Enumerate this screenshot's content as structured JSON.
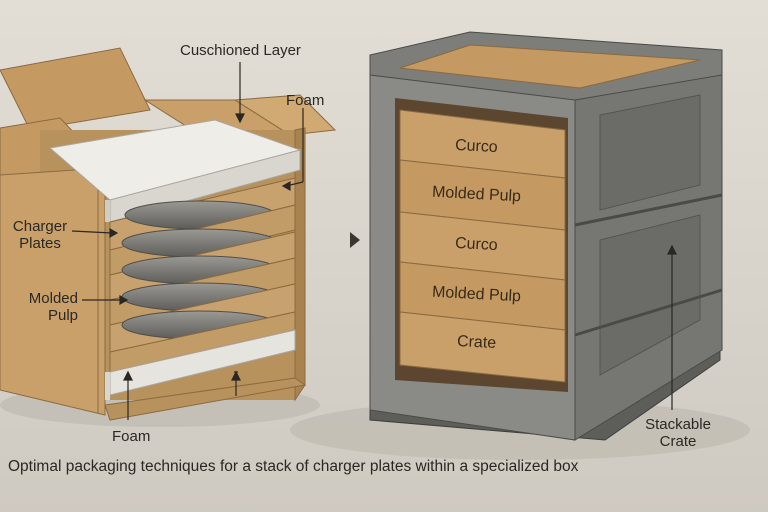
{
  "labels": {
    "cushioned_layer": "Cuschioned Layer",
    "foam_top": "Foam",
    "charger_plates_line1": "Charger",
    "charger_plates_line2": "Plates",
    "molded_pulp_line1": "Molded",
    "molded_pulp_line2": "Pulp",
    "foam_bottom": "Foam",
    "stackable_crate_line1": "Stackable",
    "stackable_crate_line2": "Crate"
  },
  "crate_trays": [
    "Curco",
    "Molded Pulp",
    "Curco",
    "Molded Pulp",
    "Crate"
  ],
  "caption": "Optimal packaging techniques for a stack of charger plates within a specialized box",
  "colors": {
    "background": "#d9d5cc",
    "cardboard": "#c9a06a",
    "crate_gray": "#6f6f6c",
    "foam": "#ecebe6",
    "plate_gray": "#7d7c78"
  }
}
